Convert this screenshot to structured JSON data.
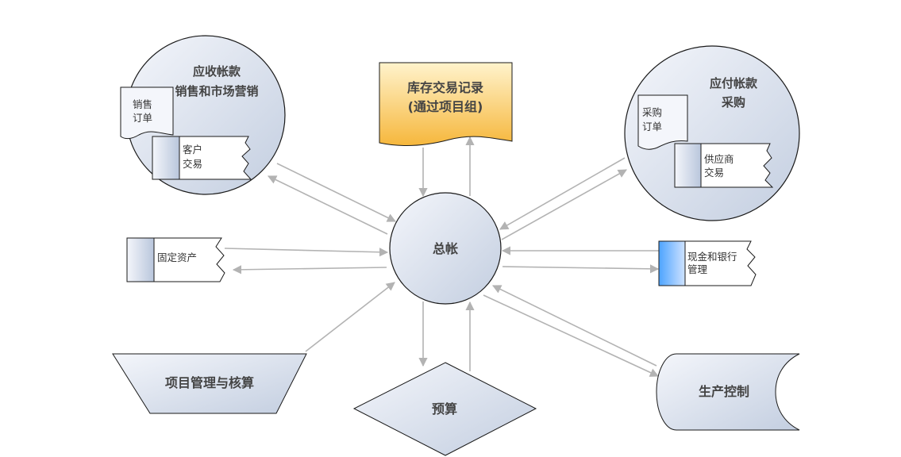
{
  "colors": {
    "node_fill_light": "#f4f6fb",
    "node_fill_dark": "#c3cee0",
    "stroke": "#1a1a1a",
    "arrow": "#b3b3b3",
    "inventory_light": "#fff3cc",
    "inventory_dark": "#f6b73c",
    "cash_accent": "#4da3ff"
  },
  "nodes": {
    "gl": {
      "label": "总帐"
    },
    "ar": {
      "title": "应收帐款",
      "subtitle": "销售和市场营销",
      "doc_line1": "销售",
      "doc_line2": "订单",
      "tape_line1": "客户",
      "tape_line2": "交易"
    },
    "ap": {
      "title": "应付帐款",
      "subtitle": "采购",
      "doc_line1": "采购",
      "doc_line2": "订单",
      "tape_line1": "供应商",
      "tape_line2": "交易"
    },
    "inventory": {
      "line1": "库存交易记录",
      "line2": "(通过项目组)"
    },
    "fixed_assets": {
      "label": "固定资产"
    },
    "cash": {
      "line1": "现金和银行",
      "line2": "管理"
    },
    "project": {
      "label": "项目管理与核算"
    },
    "budget": {
      "label": "预算"
    },
    "production": {
      "label": "生产控制"
    }
  }
}
